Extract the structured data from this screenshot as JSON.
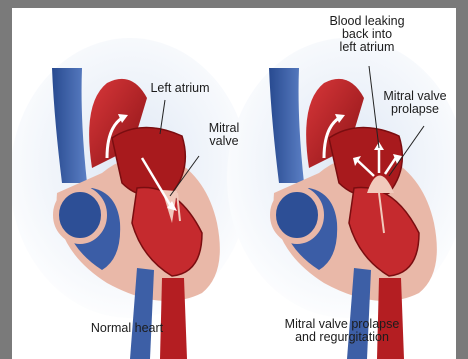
{
  "diagram": {
    "left_panel": {
      "caption": "Normal heart",
      "labels": {
        "left_atrium": "Left atrium",
        "mitral_valve": "Mitral\nvalve"
      }
    },
    "right_panel": {
      "caption": "Mitral valve prolapse\nand regurgitation",
      "labels": {
        "leak": "Blood leaking\nback into\nleft atrium",
        "prolapse": "Mitral valve\nprolapse"
      }
    }
  },
  "colors": {
    "vein_blue": "#3d5fa6",
    "artery_red": "#b41e22",
    "chamber_dark": "#8a1416",
    "muscle": "#e7b3a3",
    "blood_flow": "#ffffff",
    "background_glow": "#d7e2f0"
  }
}
